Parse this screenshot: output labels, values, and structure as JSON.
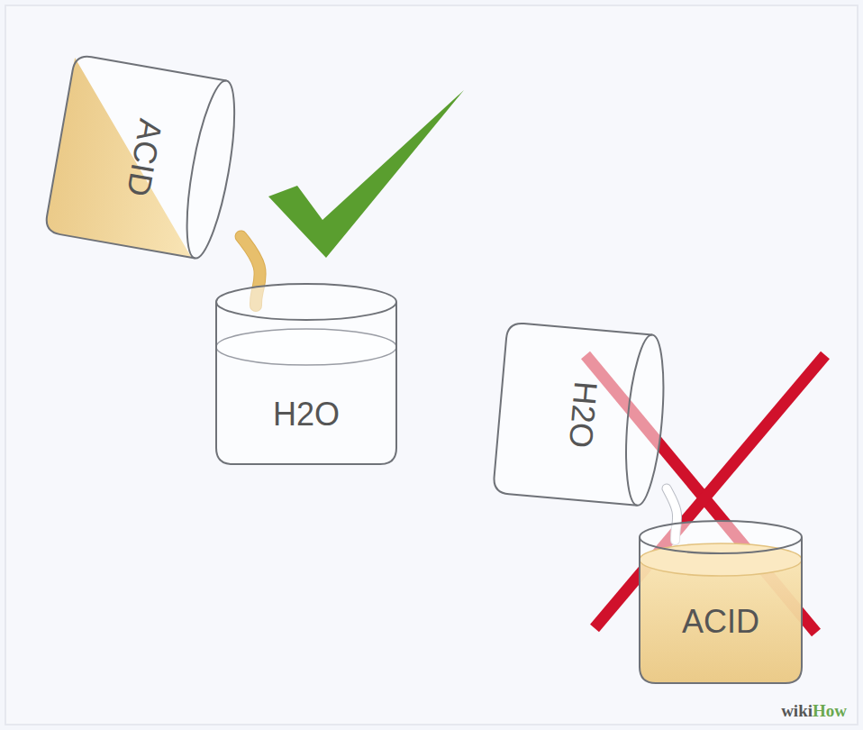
{
  "diagram": {
    "nodes": [
      {
        "text": [
          "ACID"
        ]
      },
      {
        "text": [
          "H2O"
        ]
      },
      {
        "text": [
          "H2O"
        ]
      },
      {
        "text": [
          "ACID"
        ]
      }
    ],
    "edges": [
      {
        "from": 0,
        "to": 1,
        "arrow": "none"
      },
      {
        "from": 2,
        "to": 3,
        "arrow": "none"
      }
    ],
    "labels": [
      "wiki",
      "How"
    ]
  }
}
